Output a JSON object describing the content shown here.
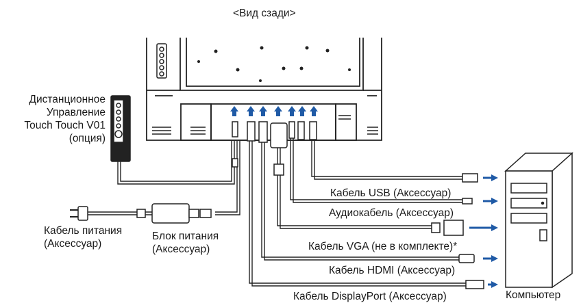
{
  "title": "<Вид сзади>",
  "remote": {
    "line1": "Дистанционное",
    "line2": "Управление",
    "line3": "Touch Touch V01",
    "line4": "(опция)"
  },
  "power_cable": {
    "line1": "Кабель питания",
    "line2": "(Аксессуар)"
  },
  "power_adapter": {
    "line1": "Блок питания",
    "line2": "(Аксессуар)"
  },
  "cables": {
    "usb": "Кабель USB (Аксессуар)",
    "audio": "Аудиокабель (Аксессуар)",
    "vga": "Кабель VGA (не в комплекте)*",
    "hdmi": "Кабель HDMI (Аксессуар)",
    "displayport": "Кабель DisplayPort (Аксессуар)"
  },
  "computer": "Компьютер",
  "colors": {
    "arrow": "#1f5aa6",
    "line": "#222222",
    "cable_fill": "#ffffff"
  }
}
